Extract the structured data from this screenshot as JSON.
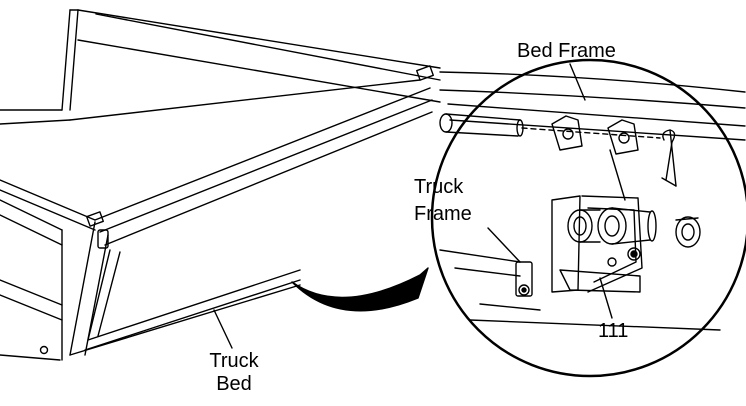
{
  "labels": {
    "bed_frame": "Bed Frame",
    "truck_frame_line1": "Truck",
    "truck_frame_line2": "Frame",
    "truck_bed_line1": "Truck",
    "truck_bed_line2": "Bed",
    "part_number": "111"
  },
  "colors": {
    "line": "#000000",
    "background": "#ffffff",
    "arrow": "#000000"
  }
}
